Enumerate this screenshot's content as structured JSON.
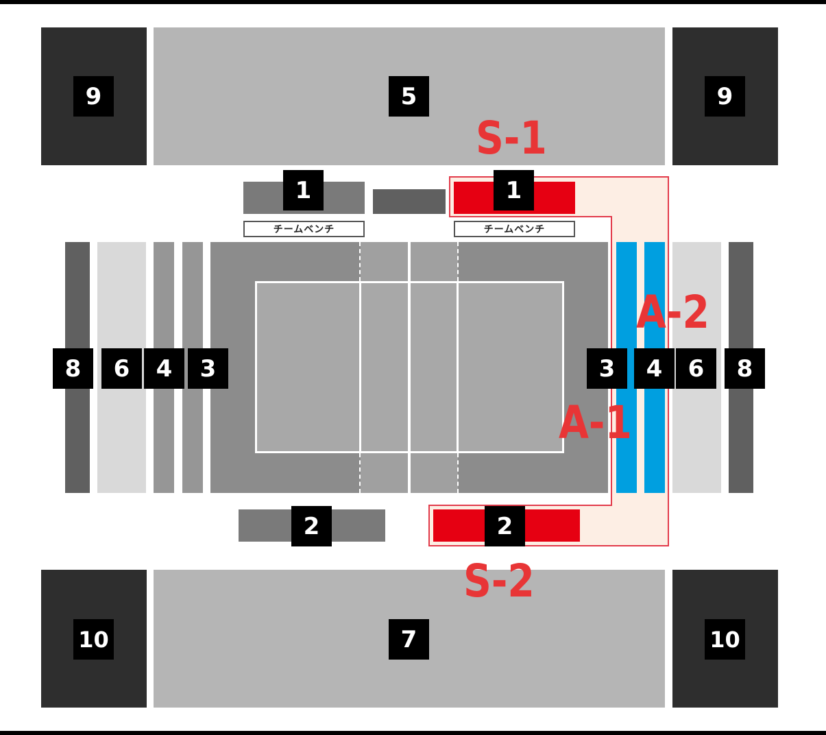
{
  "colors": {
    "corner_dark": "#2e2e2e",
    "stand_light": "#b5b5b5",
    "court_outer": "#8c8c8c",
    "court_inner": "#a8a8a8",
    "bench_block": "#7a7a7a",
    "side_dark": "#606060",
    "side_mid": "#969696",
    "side_light": "#d9d9d9",
    "highlight_red": "#e60012",
    "highlight_blue": "#009fe0",
    "zone_fill": "#fdeee4",
    "zone_border": "#e23a4a",
    "zone_text": "#e83536",
    "label_bg": "#000000",
    "label_text": "#ffffff"
  },
  "seat_labels": {
    "top_left_corner": "9",
    "top_stand": "5",
    "top_right_corner": "9",
    "top_bench_left": "1",
    "top_bench_right": "1",
    "bottom_bench_left": "2",
    "bottom_bench_right": "2",
    "left_8": "8",
    "left_6": "6",
    "left_4": "4",
    "left_3": "3",
    "right_3": "3",
    "right_4": "4",
    "right_6": "6",
    "right_8": "8",
    "bottom_left_corner": "10",
    "bottom_stand": "7",
    "bottom_right_corner": "10"
  },
  "bench_labels": {
    "left": "チームベンチ",
    "right": "チームベンチ"
  },
  "zone_labels": {
    "s1": "S-1",
    "s2": "S-2",
    "a1": "A-1",
    "a2": "A-2"
  }
}
